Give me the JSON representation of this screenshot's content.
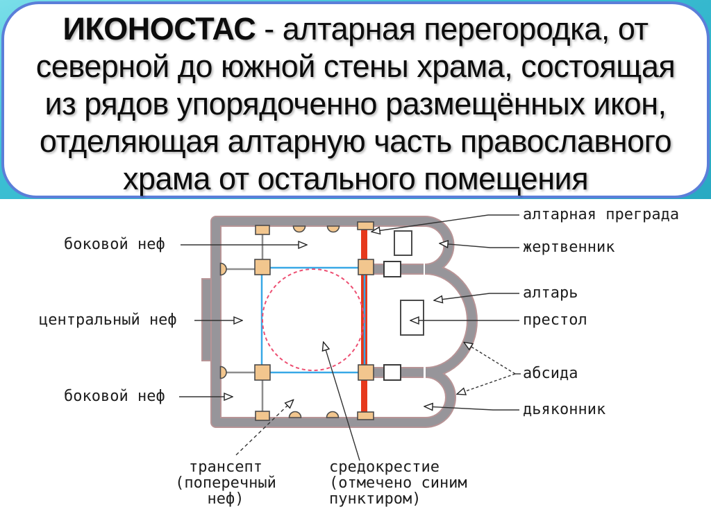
{
  "slide": {
    "colors": {
      "teal_corner": "#3cc0d4",
      "title_border_blue": "#5b7ed9",
      "wall_gray": "#97959a",
      "wall_outline": "#b79496",
      "pier_orange": "#f2c68e",
      "altar_barrier_red": "#e6391c",
      "crossing_square_blue": "#38a8e6",
      "dome_circle_pink": "#ed4f72"
    }
  },
  "title": {
    "term": "ИКОНОСТАС",
    "line1_rest": " - алтарная перегородка, от",
    "line2": "северной до южной стены храма, состоящая",
    "line3": "из рядов упорядоченно размещённых икон,",
    "line4": "отделяющая алтарную часть православного",
    "line5": "храма от остального помещения"
  },
  "diagram": {
    "labels": {
      "side_nave_top": "боковой неф",
      "central_nave": "центральный неф",
      "side_nave_bottom": "боковой неф",
      "transept_line1": "трансепт",
      "transept_line2": "(поперечный",
      "transept_line3": "неф)",
      "crossing_line1": "средокрестие",
      "crossing_line2": "(отмечено синим",
      "crossing_line3": "пунктиром)",
      "altar_screen": "алтарная преграда",
      "prothesis": "жертвенник",
      "altar": "алтарь",
      "holy_table": "престол",
      "apse": "абсида",
      "diaconicon": "дьяконник"
    }
  }
}
